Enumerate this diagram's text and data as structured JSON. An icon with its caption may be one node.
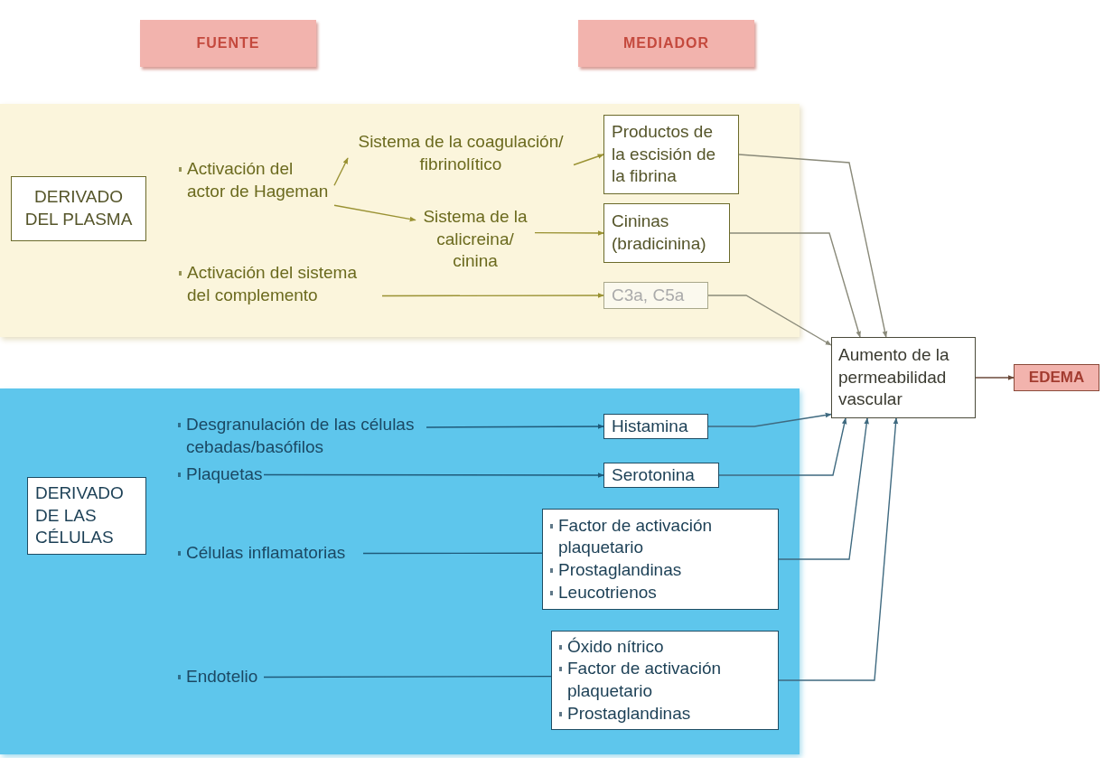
{
  "diagram": {
    "nodes": [
      {
        "text": [
          "FUENTE"
        ]
      },
      {
        "text": [
          "MEDIADOR"
        ]
      },
      {
        "text": [],
        "shape": "box"
      },
      {
        "text": [
          "DERIVADO DEL PLASMA"
        ],
        "in": 2
      },
      {
        "text": [
          "Activación del actor de Hageman"
        ],
        "in": 2
      },
      {
        "text": [
          "Sistema de la coagulación/ fibrinolítico"
        ],
        "in": 2
      },
      {
        "text": [
          "Sistema de la calicreina/ cinina"
        ],
        "in": 2
      },
      {
        "text": [
          "Activación del sistema del complemento"
        ],
        "in": 2
      },
      {
        "text": [
          "Productos de la escisión de la fibrina"
        ],
        "in": 2
      },
      {
        "text": [
          "Cininas (bradicinina)"
        ],
        "in": 2
      },
      {
        "text": [
          "C3a, C5a"
        ],
        "in": 2
      },
      {
        "text": [],
        "shape": "box"
      },
      {
        "text": [
          "DERIVADO DE LAS CÉLULAS"
        ],
        "in": 11
      },
      {
        "text": [
          "Desgranulación de las células cebadas/basófilos"
        ],
        "in": 11
      },
      {
        "text": [
          "Plaquetas"
        ],
        "in": 11
      },
      {
        "text": [
          "Células inflamatorias"
        ],
        "in": 11
      },
      {
        "text": [
          "Endotelio"
        ],
        "in": 11
      },
      {
        "text": [
          "Histamina"
        ],
        "in": 11
      },
      {
        "text": [
          "Serotonina"
        ],
        "in": 11
      },
      {
        "text": [
          "Factor de activación plaquetario",
          "Prostaglandinas",
          "Leucotrienos"
        ],
        "in": 11
      },
      {
        "text": [
          "Óxido nítrico",
          "Factor de activación plaquetario",
          "Prostaglandinas"
        ],
        "in": 11
      },
      {
        "text": [
          "Aumento de la permeabilidad vascular"
        ]
      },
      {
        "text": [
          "EDEMA"
        ]
      }
    ],
    "edges": [
      {
        "from": 4,
        "to": 5,
        "arrow": "to",
        "color": "#9a9233"
      },
      {
        "from": 4,
        "to": 6,
        "arrow": "to",
        "color": "#9a9233"
      },
      {
        "from": 5,
        "to": 8,
        "arrow": "to",
        "color": "#9a9233"
      },
      {
        "from": 6,
        "to": 9,
        "arrow": "to",
        "color": "#9a9233"
      },
      {
        "from": 7,
        "to": 10,
        "arrow": "to",
        "color": "#9a9233"
      },
      {
        "from": 8,
        "to": 21,
        "arrow": "to",
        "color": "#8a8a7a"
      },
      {
        "from": 9,
        "to": 21,
        "arrow": "to",
        "color": "#8a8a7a"
      },
      {
        "from": 10,
        "to": 21,
        "arrow": "to",
        "color": "#8a8a7a"
      },
      {
        "from": 13,
        "to": 17,
        "arrow": "to",
        "color": "#1f5a7a"
      },
      {
        "from": 14,
        "to": 18,
        "arrow": "to",
        "color": "#1f5a7a"
      },
      {
        "from": 15,
        "to": 19,
        "arrow": "none",
        "color": "#1f5a7a"
      },
      {
        "from": 16,
        "to": 20,
        "arrow": "none",
        "color": "#1f5a7a"
      },
      {
        "from": 17,
        "to": 21,
        "arrow": "to",
        "color": "#3f6a80"
      },
      {
        "from": 18,
        "to": 21,
        "arrow": "to",
        "color": "#3f6a80"
      },
      {
        "from": 19,
        "to": 21,
        "arrow": "to",
        "color": "#3f6a80"
      },
      {
        "from": 20,
        "to": 21,
        "arrow": "to",
        "color": "#3f6a80"
      },
      {
        "from": 21,
        "to": 22,
        "arrow": "to",
        "color": "#6b4a3a"
      }
    ]
  }
}
